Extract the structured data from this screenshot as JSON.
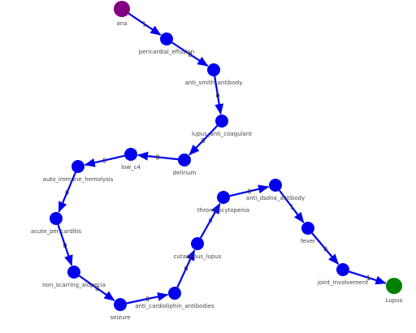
{
  "graph": {
    "colors": {
      "node": "#0000ee",
      "edge": "#0000ee",
      "start": "#800080",
      "end": "#008000"
    },
    "nodes": [
      {
        "id": "ana",
        "label": "ana",
        "role": "start"
      },
      {
        "id": "pericardial_effusion",
        "label": "pericardial_effusion",
        "role": "normal"
      },
      {
        "id": "anti_smith_antibody",
        "label": "anti_smith_antibody",
        "role": "normal"
      },
      {
        "id": "lupus_anti_coagulant",
        "label": "lupus_anti_coagulant",
        "role": "normal"
      },
      {
        "id": "delirium",
        "label": "delirium",
        "role": "normal"
      },
      {
        "id": "low_c4",
        "label": "low_c4",
        "role": "normal"
      },
      {
        "id": "auto_immune_hemolysis",
        "label": "auto_immune_hemolysis",
        "role": "normal"
      },
      {
        "id": "acute_pericarditis",
        "label": "acute_pericarditis",
        "role": "normal"
      },
      {
        "id": "non_scarring_alopecia",
        "label": "non_scarring_alopecia",
        "role": "normal"
      },
      {
        "id": "seizure",
        "label": "seizure",
        "role": "normal"
      },
      {
        "id": "anti_cardioliphin_antibodies",
        "label": "anti_cardioliphin_antibodies",
        "role": "normal"
      },
      {
        "id": "cutaneous_lupus",
        "label": "cutaneous_lupus",
        "role": "normal"
      },
      {
        "id": "thrombocytopenia",
        "label": "thrombocytopenia",
        "role": "normal"
      },
      {
        "id": "anti_dsdna_antibody",
        "label": "anti_dsdna_antibody",
        "role": "normal"
      },
      {
        "id": "fever",
        "label": "fever",
        "role": "normal"
      },
      {
        "id": "joint_involvement",
        "label": "joint_involvement",
        "role": "normal"
      },
      {
        "id": "Lupus",
        "label": "Lupus",
        "role": "end"
      }
    ],
    "edges": [
      {
        "from": "ana",
        "to": "pericardial_effusion",
        "label": "1"
      },
      {
        "from": "pericardial_effusion",
        "to": "anti_smith_antibody",
        "label": "0"
      },
      {
        "from": "anti_smith_antibody",
        "to": "lupus_anti_coagulant",
        "label": "0"
      },
      {
        "from": "lupus_anti_coagulant",
        "to": "delirium",
        "label": "0"
      },
      {
        "from": "delirium",
        "to": "low_c4",
        "label": "0"
      },
      {
        "from": "low_c4",
        "to": "auto_immune_hemolysis",
        "label": "0"
      },
      {
        "from": "auto_immune_hemolysis",
        "to": "acute_pericarditis",
        "label": "0"
      },
      {
        "from": "acute_pericarditis",
        "to": "non_scarring_alopecia",
        "label": "0"
      },
      {
        "from": "non_scarring_alopecia",
        "to": "seizure",
        "label": "0"
      },
      {
        "from": "seizure",
        "to": "anti_cardioliphin_antibodies",
        "label": "0"
      },
      {
        "from": "anti_cardioliphin_antibodies",
        "to": "cutaneous_lupus",
        "label": "0"
      },
      {
        "from": "cutaneous_lupus",
        "to": "thrombocytopenia",
        "label": "0"
      },
      {
        "from": "thrombocytopenia",
        "to": "anti_dsdna_antibody",
        "label": "0"
      },
      {
        "from": "anti_dsdna_antibody",
        "to": "fever",
        "label": "1"
      },
      {
        "from": "fever",
        "to": "joint_involvement",
        "label": "0"
      },
      {
        "from": "joint_involvement",
        "to": "Lupus",
        "label": "1"
      }
    ]
  }
}
